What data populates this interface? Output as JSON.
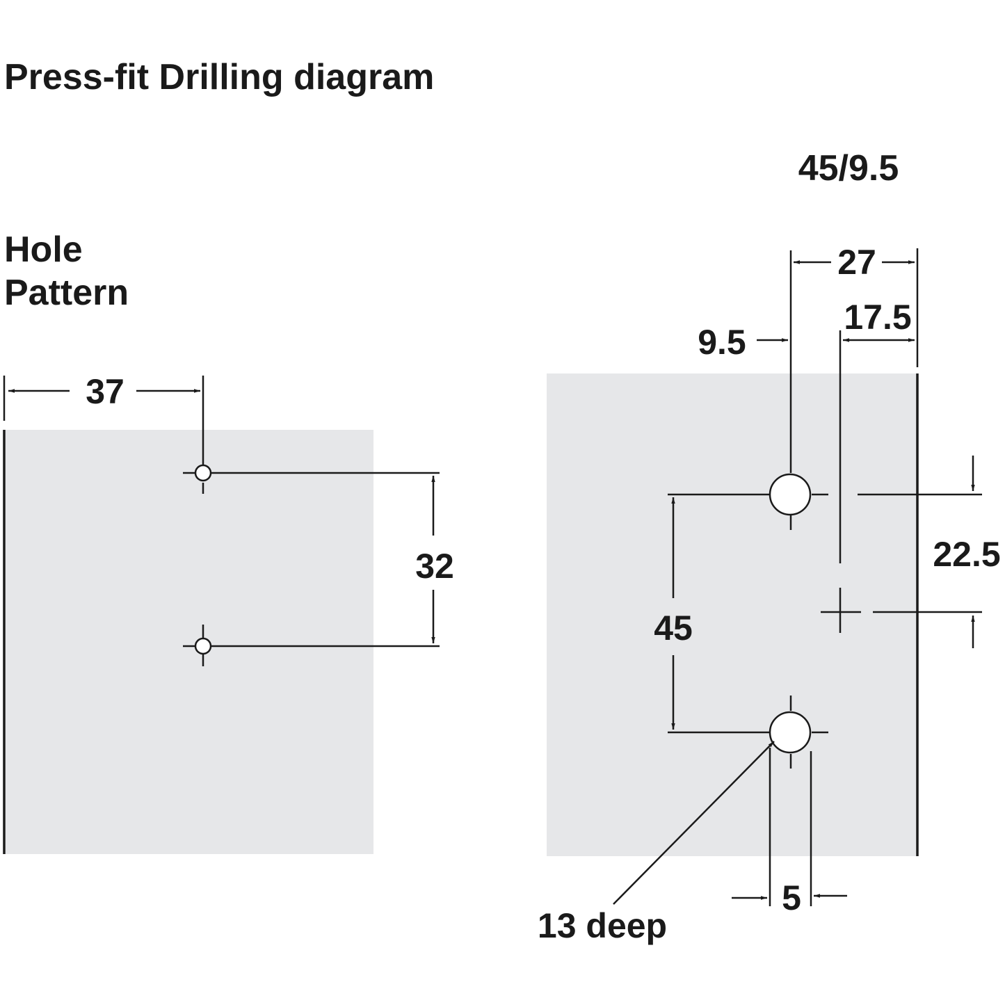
{
  "title": "Press-fit Drilling diagram",
  "left_panel": {
    "heading_line1": "Hole",
    "heading_line2": "Pattern",
    "dim_horizontal": "37",
    "dim_vertical": "32"
  },
  "right_panel": {
    "heading": "45/9.5",
    "dim_top": "27",
    "dim_offset": "17.5",
    "dim_edge": "9.5",
    "dim_vertical_holes": "45",
    "dim_vertical_half": "22.5",
    "dim_hole_diameter": "5",
    "depth_note": "13 deep"
  },
  "colors": {
    "panel": "#e6e7e9",
    "ink": "#1a1a1a",
    "background": "#ffffff"
  }
}
